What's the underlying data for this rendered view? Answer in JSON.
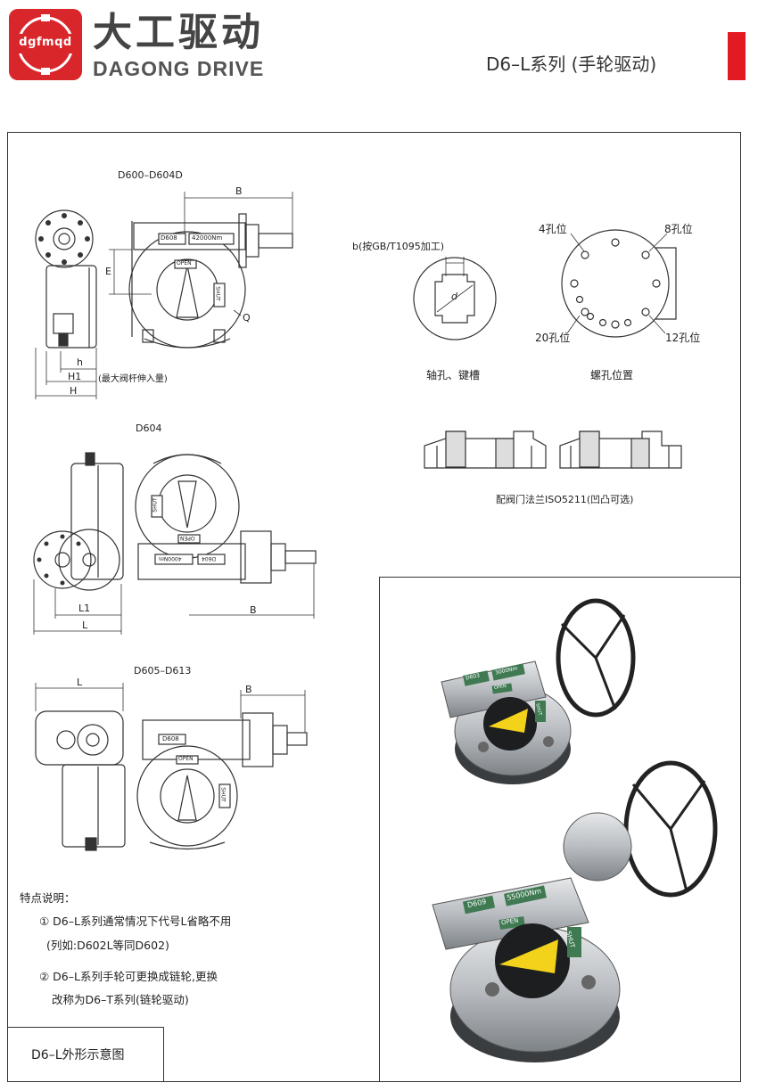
{
  "header": {
    "logo_text": "dgfmqd",
    "brand_cn": "大工驱动",
    "brand_en": "DAGONG DRIVE",
    "series_title": "D6–L系列 (手轮驱动)",
    "accent_color": "#e21b22"
  },
  "drawings": {
    "view1_title": "D600–D604D",
    "view2_title": "D604",
    "view3_title": "D605–D613",
    "dim_B": "B",
    "dim_E": "E",
    "dim_Q": "Q",
    "dim_h": "h",
    "dim_H1": "H1",
    "dim_H": "H",
    "dim_L1": "L1",
    "dim_L": "L",
    "stem_note": "(最大阀杆伸入量)",
    "plate_D608": "D608",
    "plate_torque": "42000Nm",
    "label_open": "OPEN",
    "label_shut": "SHUT",
    "plate2_torque": "4000Nm",
    "plate2_model": "D604",
    "plate3_model": "D608"
  },
  "keyway": {
    "b_note": "b(按GB/T1095加工)",
    "d_label": "d",
    "caption": "轴孔、键槽"
  },
  "bolts": {
    "label_4": "4孔位",
    "label_8": "8孔位",
    "label_20": "20孔位",
    "label_12": "12孔位",
    "caption": "螺孔位置"
  },
  "flange": {
    "caption": "配阀门法兰ISO5211(凹凸可选)"
  },
  "notes": {
    "title": "特点说明：",
    "item1_line1": "① D6–L系列通常情况下代号L省略不用",
    "item1_line2": "(列如:D602L等同D602)",
    "item2_line1": "② D6–L系列手轮可更换成链轮,更换",
    "item2_line2": "改称为D6–T系列(链轮驱动)"
  },
  "photos": {
    "top_model": "D603",
    "top_torque": "3000Nm",
    "top_open": "OPEN",
    "top_shut": "SHUT",
    "bottom_model": "D609",
    "bottom_torque": "55000Nm",
    "bottom_open": "OPEN",
    "bottom_shut": "SHUT"
  },
  "caption": "D6–L外形示意图"
}
